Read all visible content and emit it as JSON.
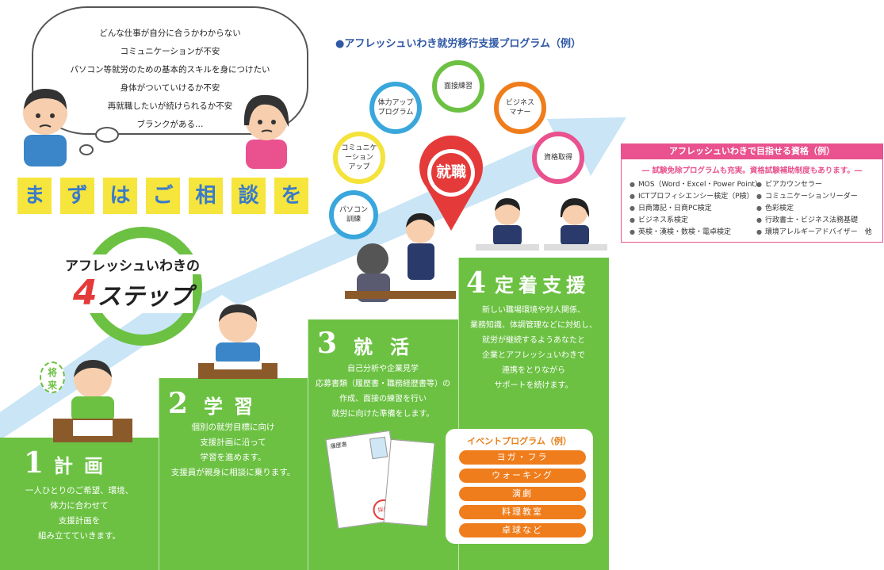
{
  "worries": [
    "どんな仕事が自分に合うかわからない",
    "コミュニケーションが不安",
    "パソコン等就労のための基本的スキルを身につけたい",
    "身体がついていけるか不安",
    "再就職したいが続けられるか不安",
    "ブランクがある…"
  ],
  "consult_chars": [
    "ま",
    "ず",
    "は",
    "ご",
    "相",
    "談",
    "を"
  ],
  "four_step": {
    "line1": "アフレッシュいわきの",
    "num": "4",
    "word": "ステップ"
  },
  "future_label": [
    "将",
    "来"
  ],
  "program": {
    "title": "●アフレッシュいわき就労移行支援プログラム（例）",
    "items": [
      {
        "label": "パソコン\n訓練",
        "color": "#3aa7dc"
      },
      {
        "label": "コミュニケーション\nアップ",
        "color": "#f4e33a"
      },
      {
        "label": "体力アップ\nプログラム",
        "color": "#3aa7dc"
      },
      {
        "label": "面接練習",
        "color": "#6cc143"
      },
      {
        "label": "ビジネス\nマナー",
        "color": "#ef7d1c"
      },
      {
        "label": "資格取得",
        "color": "#e9528e"
      }
    ],
    "goal": "就職"
  },
  "steps": [
    {
      "num": "1",
      "title": "計画",
      "desc": "一人ひとりのご希望、環境、\n体力に合わせて\n支援計画を\n組み立てていきます。"
    },
    {
      "num": "2",
      "title": "学習",
      "desc": "個別の就労目標に向け\n支援計画に沿って\n学習を進めます。\n支援員が親身に相談に乗ります。"
    },
    {
      "num": "3",
      "title": "就活",
      "desc": "自己分析や企業見学\n応募書類（履歴書・職務経歴書等）の\n作成、面接の練習を行い\n就労に向けた準備をします。"
    },
    {
      "num": "4",
      "title": "定着支援",
      "desc": "新しい職場環境や対人関係、\n業務知識、体調管理などに対処し、\n就労が継続するようあなたと\n企業とアフレッシュいわきで\n連携をとりながら\nサポートを続けます。"
    }
  ],
  "resume": {
    "title": "履歴書",
    "stamp": "採用"
  },
  "certs": {
    "heading": "アフレッシュいわきで目指せる資格（例）",
    "sub": "― 試験免除プログラムも充実。資格試験補助制度もあります。―",
    "left": [
      "MOS（Word・Excel・Power Point）",
      "ICTプロフィシエンシー検定（P検）",
      "日商簿記・日商PC検定",
      "ビジネス系検定",
      "英検・漢検・数検・電卓検定"
    ],
    "right": [
      "ピアカウンセラー",
      "コミュニケーションリーダー",
      "色彩検定",
      "行政書士・ビジネス法務基礎",
      "環境アレルギーアドバイザー　他"
    ]
  },
  "events": {
    "title": "イベントプログラム（例）",
    "items": [
      "ヨガ・フラ",
      "ウォーキング",
      "演劇",
      "料理教室",
      "卓球など"
    ]
  },
  "colors": {
    "green": "#6cc143",
    "yellow": "#f6e53c",
    "blue": "#3a7bc8",
    "pink": "#e9528e",
    "orange": "#ef7d1c",
    "arrow": "#bfe0f5"
  }
}
